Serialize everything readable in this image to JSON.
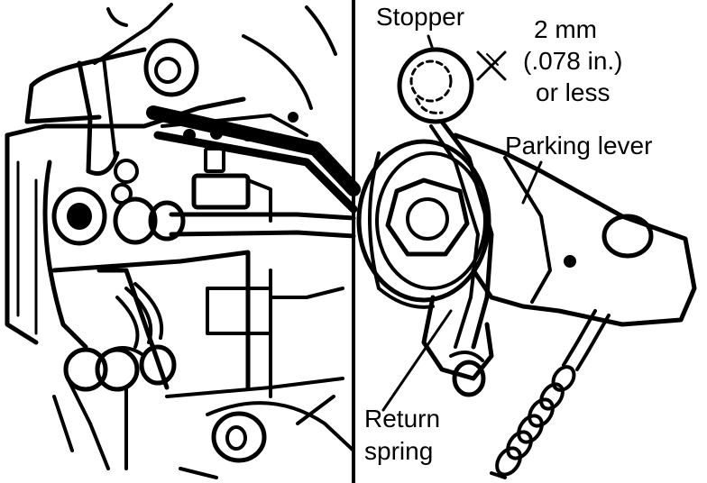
{
  "labels": {
    "stopper": "Stopper",
    "clearance_line1": "2 mm",
    "clearance_line2": "(.078 in.)",
    "clearance_line3": "or less",
    "parking_lever": "Parking lever",
    "return_spring_line1": "Return",
    "return_spring_line2": "spring"
  },
  "colors": {
    "ink": "#000000",
    "paper": "#ffffff"
  }
}
